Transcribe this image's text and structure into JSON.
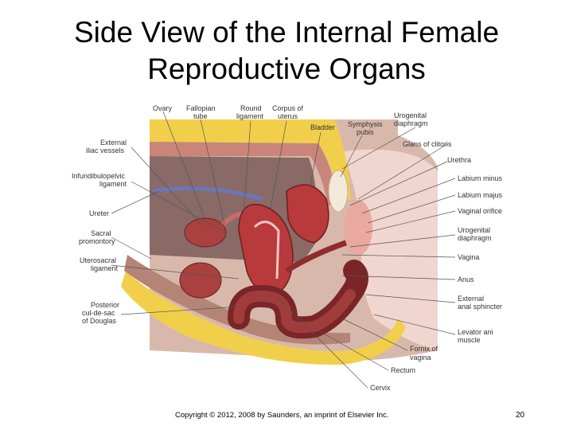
{
  "slide": {
    "title_line1": "Side View of the Internal Female",
    "title_line2": "Reproductive Organs",
    "copyright": "Copyright © 2012, 2008 by Saunders, an imprint of Elsevier Inc.",
    "slide_number": "20"
  },
  "labels": {
    "ovary": "Ovary",
    "fallopian_1": "Fallopian",
    "fallopian_2": "tube",
    "round_1": "Round",
    "round_2": "ligament",
    "corpus_1": "Corpus of",
    "corpus_2": "uterus",
    "bladder": "Bladder",
    "symphysis_1": "Symphysis",
    "symphysis_2": "pubis",
    "urogenital_top_1": "Urogenital",
    "urogenital_top_2": "diaphragm",
    "glans": "Glans of clitoris",
    "urethra": "Urethra",
    "labium_minus": "Labium minus",
    "labium_majus": "Labium majus",
    "vaginal_orifice": "Vaginal orifice",
    "urogenital_bot_1": "Urogenital",
    "urogenital_bot_2": "diaphragm",
    "vagina": "Vagina",
    "anus": "Anus",
    "ext_anal_1": "External",
    "ext_anal_2": "anal sphincter",
    "levator_1": "Levator ani",
    "levator_2": "muscle",
    "fornix_1": "Fornix of",
    "fornix_2": "vagina",
    "rectum": "Rectum",
    "cervix": "Cervix",
    "ext_iliac_1": "External",
    "ext_iliac_2": "iliac vessels",
    "infundibulo_1": "Infundibulopelvic",
    "infundibulo_2": "ligament",
    "ureter": "Ureter",
    "sacral_1": "Sacral",
    "sacral_2": "promontory",
    "uterosacral_1": "Uterosacral",
    "uterosacral_2": "ligament",
    "posterior_1": "Posterior",
    "posterior_2": "cul-de-sac",
    "posterior_3": "of Douglas"
  }
}
